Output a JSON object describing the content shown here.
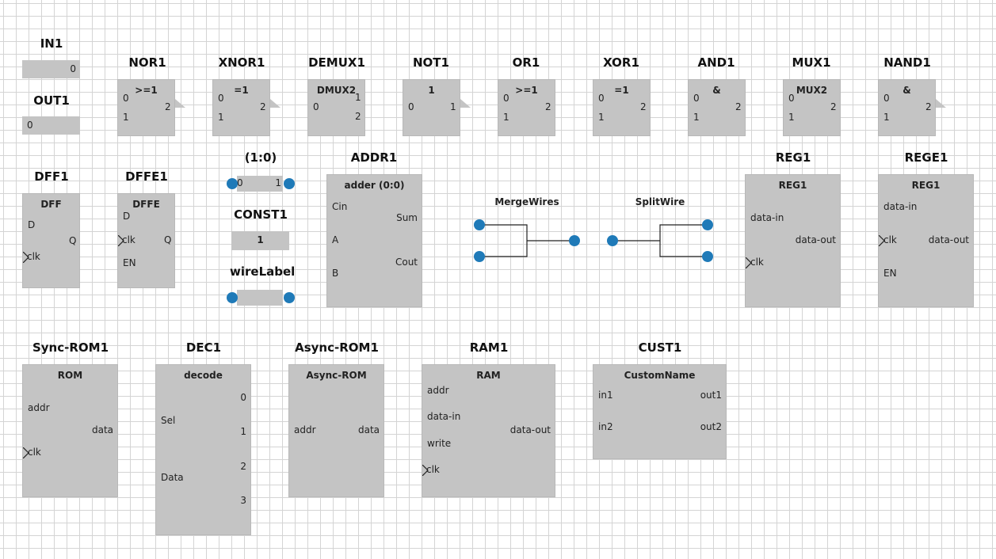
{
  "colors": {
    "component_fill": "#c4c4c4",
    "connector_dot": "#1f7ab8",
    "grid_line": "#d4d4d4"
  },
  "io": {
    "in1": {
      "label": "IN1",
      "value": "0"
    },
    "out1": {
      "label": "OUT1",
      "value": "0"
    }
  },
  "gates": {
    "nor1": {
      "label": "NOR1",
      "symbol": ">=1",
      "in_a": "0",
      "in_b": "1",
      "out": "2"
    },
    "xnor1": {
      "label": "XNOR1",
      "symbol": "=1",
      "in_a": "0",
      "in_b": "1",
      "out": "2"
    },
    "demux1": {
      "label": "DEMUX1",
      "symbol": "DMUX2",
      "in": "0",
      "out_a": "1",
      "out_b": "2"
    },
    "not1": {
      "label": "NOT1",
      "symbol": "1",
      "in": "0",
      "out": "1"
    },
    "or1": {
      "label": "OR1",
      "symbol": ">=1",
      "in_a": "0",
      "in_b": "1",
      "out": "2"
    },
    "xor1": {
      "label": "XOR1",
      "symbol": "=1",
      "in_a": "0",
      "in_b": "1",
      "out": "2"
    },
    "and1": {
      "label": "AND1",
      "symbol": "&",
      "in_a": "0",
      "in_b": "1",
      "out": "2"
    },
    "mux1": {
      "label": "MUX1",
      "symbol": "MUX2",
      "in_a": "0",
      "in_b": "1",
      "out": "2"
    },
    "nand1": {
      "label": "NAND1",
      "symbol": "&",
      "in_a": "0",
      "in_b": "1",
      "out": "2"
    }
  },
  "flipflops": {
    "dff1": {
      "label": "DFF1",
      "title": "DFF",
      "d": "D",
      "q": "Q",
      "clk": "clk"
    },
    "dffe1": {
      "label": "DFFE1",
      "title": "DFFE",
      "d": "D",
      "clk": "clk",
      "q": "Q",
      "en": "EN"
    }
  },
  "misc": {
    "splitter": {
      "label": "(1:0)",
      "left": "0",
      "right": "1"
    },
    "const1": {
      "label": "CONST1",
      "value": "1"
    },
    "wirelabel": {
      "label": "wireLabel"
    },
    "merge": {
      "label": "MergeWires"
    },
    "split": {
      "label": "SplitWire"
    }
  },
  "addr1": {
    "label": "ADDR1",
    "title": "adder (0:0)",
    "cin": "Cin",
    "a": "A",
    "b": "B",
    "sum": "Sum",
    "cout": "Cout"
  },
  "reg1": {
    "label": "REG1",
    "title": "REG1",
    "data_in": "data-in",
    "data_out": "data-out",
    "clk": "clk"
  },
  "rege1": {
    "label": "REGE1",
    "title": "REG1",
    "data_in": "data-in",
    "clk": "clk",
    "data_out": "data-out",
    "en": "EN"
  },
  "syncrom1": {
    "label": "Sync-ROM1",
    "title": "ROM",
    "addr": "addr",
    "data": "data",
    "clk": "clk"
  },
  "dec1": {
    "label": "DEC1",
    "title": "decode",
    "sel": "Sel",
    "data": "Data",
    "out0": "0",
    "out1": "1",
    "out2": "2",
    "out3": "3"
  },
  "asyncrom1": {
    "label": "Async-ROM1",
    "title": "Async-ROM",
    "addr": "addr",
    "data": "data"
  },
  "ram1": {
    "label": "RAM1",
    "title": "RAM",
    "addr": "addr",
    "data_in": "data-in",
    "write": "write",
    "clk": "clk",
    "data_out": "data-out"
  },
  "cust1": {
    "label": "CUST1",
    "title": "CustomName",
    "in1": "in1",
    "in2": "in2",
    "out1": "out1",
    "out2": "out2"
  }
}
